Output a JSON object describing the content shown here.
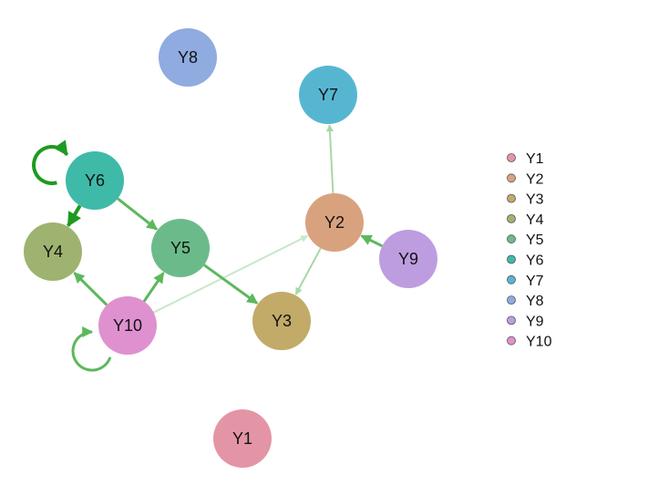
{
  "nodes": [
    {
      "id": "Y1",
      "label": "Y1",
      "color": "#e495a5"
    },
    {
      "id": "Y2",
      "label": "Y2",
      "color": "#d9a27f"
    },
    {
      "id": "Y3",
      "label": "Y3",
      "color": "#c2aa69"
    },
    {
      "id": "Y4",
      "label": "Y4",
      "color": "#9eb370"
    },
    {
      "id": "Y5",
      "label": "Y5",
      "color": "#6bbb8a"
    },
    {
      "id": "Y6",
      "label": "Y6",
      "color": "#3fbaa9"
    },
    {
      "id": "Y7",
      "label": "Y7",
      "color": "#56b6d2"
    },
    {
      "id": "Y8",
      "label": "Y8",
      "color": "#8fabe0"
    },
    {
      "id": "Y9",
      "label": "Y9",
      "color": "#bd9de0"
    },
    {
      "id": "Y10",
      "label": "Y10",
      "color": "#df91cf"
    }
  ],
  "edges": [
    {
      "from": "Y6",
      "to": "Y6",
      "strength": "strong"
    },
    {
      "from": "Y10",
      "to": "Y10",
      "strength": "medium"
    },
    {
      "from": "Y6",
      "to": "Y4",
      "strength": "strong"
    },
    {
      "from": "Y6",
      "to": "Y5",
      "strength": "medium"
    },
    {
      "from": "Y10",
      "to": "Y4",
      "strength": "medium"
    },
    {
      "from": "Y10",
      "to": "Y5",
      "strength": "medium"
    },
    {
      "from": "Y10",
      "to": "Y2",
      "strength": "weak"
    },
    {
      "from": "Y5",
      "to": "Y3",
      "strength": "medium"
    },
    {
      "from": "Y2",
      "to": "Y3",
      "strength": "light"
    },
    {
      "from": "Y2",
      "to": "Y7",
      "strength": "light"
    },
    {
      "from": "Y9",
      "to": "Y2",
      "strength": "medium"
    }
  ],
  "edge_colors": {
    "strong": "#1e9a1e",
    "medium": "#5cb85c",
    "light": "#a6d8a6",
    "weak": "#c8e8c8"
  },
  "legend": {
    "placement": "right",
    "items": [
      "Y1",
      "Y2",
      "Y3",
      "Y4",
      "Y5",
      "Y6",
      "Y7",
      "Y8",
      "Y9",
      "Y10"
    ]
  }
}
